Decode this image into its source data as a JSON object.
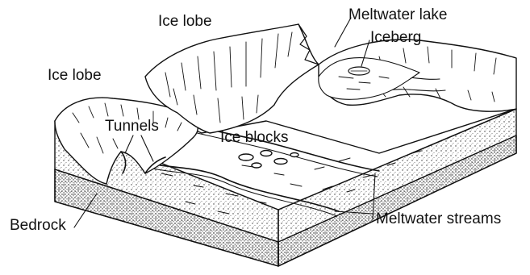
{
  "labels": {
    "ice_lobe_upper": "Ice lobe",
    "ice_lobe_left": "Ice lobe",
    "meltwater_lake": "Meltwater lake",
    "iceberg": "Iceberg",
    "tunnels": "Tunnels",
    "ice_blocks": "Ice blocks",
    "bedrock": "Bedrock",
    "meltwater_streams": "Meltwater streams"
  },
  "colors": {
    "ink": "#111111",
    "background": "#ffffff"
  }
}
